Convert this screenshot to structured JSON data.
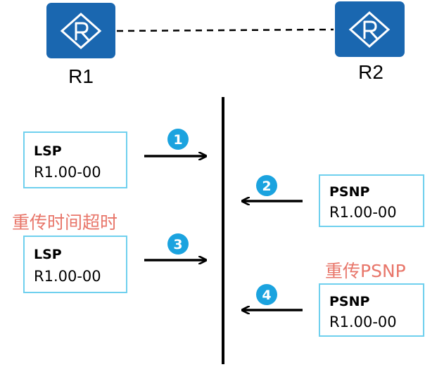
{
  "routers": {
    "r1": {
      "label": "R1"
    },
    "r2": {
      "label": "R2"
    }
  },
  "messages": [
    {
      "step": "1",
      "title": "LSP",
      "body": "R1.00-00"
    },
    {
      "step": "2",
      "title": "PSNP",
      "body": "R1.00-00"
    },
    {
      "step": "3",
      "title": "LSP",
      "body": "R1.00-00"
    },
    {
      "step": "4",
      "title": "PSNP",
      "body": "R1.00-00"
    }
  ],
  "notes": {
    "retransmit_timeout": "重传时间超时",
    "retransmit_psnp": "重传PSNP"
  },
  "colors": {
    "router_fill": "#1a67b0",
    "box_fill": "#ffffff",
    "box_border": "#6fd0ee",
    "step_badge": "#1ba3df",
    "note_text": "#e8766a"
  },
  "icons": {
    "router": "router-icon"
  }
}
